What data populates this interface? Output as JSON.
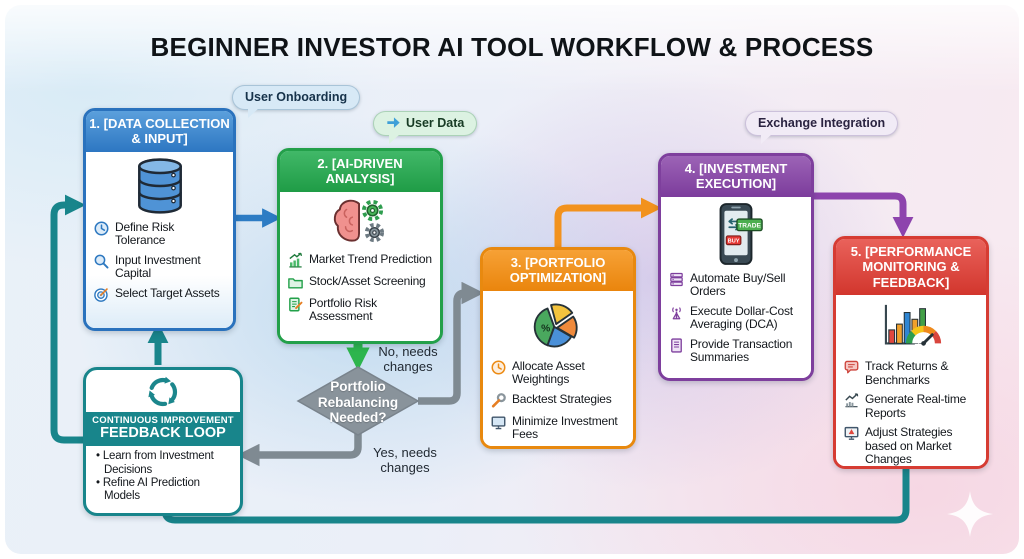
{
  "title": "BEGINNER INVESTOR AI TOOL WORKFLOW & PROCESS",
  "bubbles": {
    "user_onboarding": "User Onboarding",
    "user_data": "User Data",
    "exchange_integration": "Exchange Integration"
  },
  "steps": [
    {
      "title": "1. [DATA COLLECTION & INPUT]",
      "icon": "database-icon",
      "color": "#2d78c0",
      "items": [
        "Define Risk Tolerance",
        "Input Investment Capital",
        "Select Target Assets"
      ]
    },
    {
      "title": "2. [AI-DRIVEN ANALYSIS]",
      "icon": "brain-gears-icon",
      "color": "#23a04a",
      "items": [
        "Market Trend Prediction",
        "Stock/Asset Screening",
        "Portfolio Risk Assessment"
      ]
    },
    {
      "title": "3. [PORTFOLIO OPTIMIZATION]",
      "icon": "pie-chart-icon",
      "color": "#ec8a12",
      "items": [
        "Allocate Asset Weightings",
        "Backtest Strategies",
        "Minimize Investment Fees"
      ]
    },
    {
      "title": "4. [INVESTMENT EXECUTION]",
      "icon": "trading-phone-icon",
      "color": "#7e3f9d",
      "items": [
        "Automate Buy/Sell Orders",
        "Execute Dollar-Cost Averaging (DCA)",
        "Provide Transaction Summaries"
      ]
    },
    {
      "title": "5. [PERFORMANCE MONITORING & FEEDBACK]",
      "icon": "bars-gauge-icon",
      "color": "#d83a31",
      "items": [
        "Track Returns & Benchmarks",
        "Generate Real-time Reports",
        "Adjust Strategies based on Market Changes"
      ]
    }
  ],
  "phone_labels": {
    "trade": "TRADE",
    "buy": "BUY"
  },
  "pie_percent": "%",
  "decision": {
    "question": "Portfolio Rebalancing Needed?",
    "no_label": "No, needs changes",
    "yes_label": "Yes, needs changes"
  },
  "feedback_loop": {
    "kicker": "CONTINUOUS IMPROVEMENT",
    "title": "FEEDBACK LOOP",
    "items": [
      "Learn from Investment Decisions",
      "Refine AI Prediction Models"
    ]
  },
  "colors": {
    "step1": "#2d78c0",
    "step2": "#23a04a",
    "step3": "#ec8a12",
    "step4": "#7e3f9d",
    "step5": "#d83a31",
    "teal": "#18858b",
    "gray": "#7f8a92",
    "arrow_blue": "#2d7cc4",
    "arrow_green": "#2db54d",
    "arrow_orange": "#f2921d",
    "arrow_purple": "#8d44ad"
  }
}
